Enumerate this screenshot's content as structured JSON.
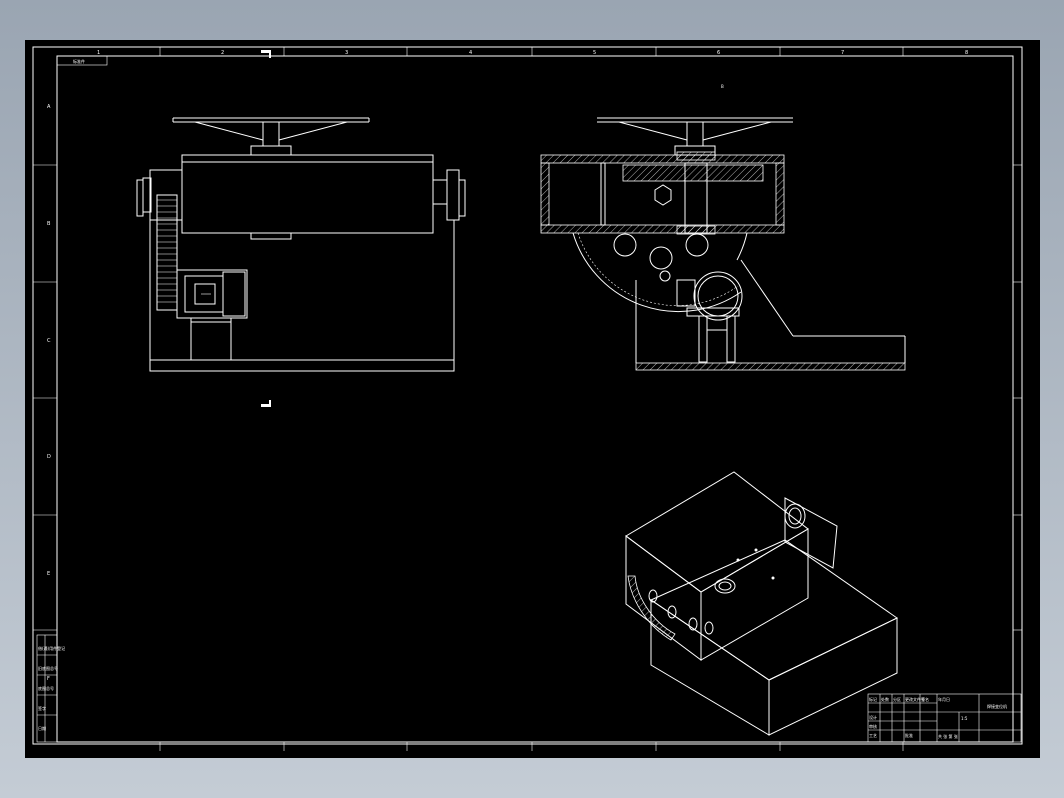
{
  "sheet": {
    "background": "#000000",
    "line_color": "#ffffff",
    "corner_label": "标准件",
    "top_view_label": "B",
    "column_ticks": [
      "1",
      "2",
      "3",
      "4",
      "5",
      "6",
      "7",
      "8"
    ],
    "row_ticks": [
      "A",
      "B",
      "C",
      "D",
      "E",
      "F"
    ]
  },
  "title_block": {
    "rows": [
      "标记",
      "处数",
      "分区",
      "更改文件号",
      "签名",
      "年月日",
      "设计",
      "审核",
      "工艺",
      "批准"
    ],
    "name": "焊接变位机",
    "code": "",
    "scale": "1:5",
    "sheet": "共 张 第 张"
  },
  "side_panel": {
    "rows": [
      "借(通)用件登记",
      "旧底图总号",
      "底图总号",
      "签字",
      "日期"
    ]
  }
}
